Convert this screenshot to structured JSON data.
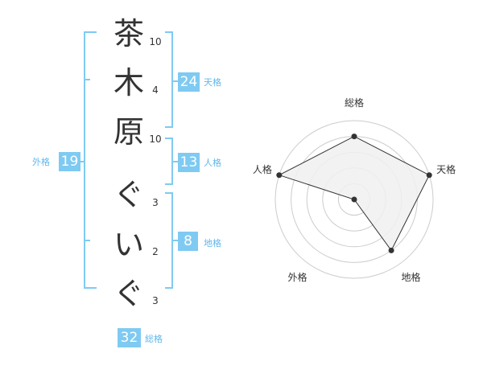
{
  "name": {
    "characters": [
      {
        "char": "茶",
        "strokes": "10"
      },
      {
        "char": "木",
        "strokes": "4"
      },
      {
        "char": "原",
        "strokes": "10"
      },
      {
        "char": "ぐ",
        "strokes": "3"
      },
      {
        "char": "い",
        "strokes": "2"
      },
      {
        "char": "ぐ",
        "strokes": "3"
      }
    ]
  },
  "fortunes": {
    "tenkaku": {
      "label": "天格",
      "value": "24"
    },
    "jinkaku": {
      "label": "人格",
      "value": "13"
    },
    "chikaku": {
      "label": "地格",
      "value": "8"
    },
    "gaikaku": {
      "label": "外格",
      "value": "19"
    },
    "soukaku": {
      "label": "総格",
      "value": "32"
    }
  },
  "chart_data": {
    "type": "radar",
    "axes": [
      "総格",
      "天格",
      "地格",
      "外格",
      "人格"
    ],
    "values": [
      4,
      5,
      4,
      0,
      5
    ],
    "max": 5,
    "rings": 5,
    "colors": {
      "accent": "#7fcaf2",
      "label": "#62b7ea",
      "fill": "#f0f0f0",
      "line": "#333333",
      "grid": "#cccccc"
    }
  }
}
